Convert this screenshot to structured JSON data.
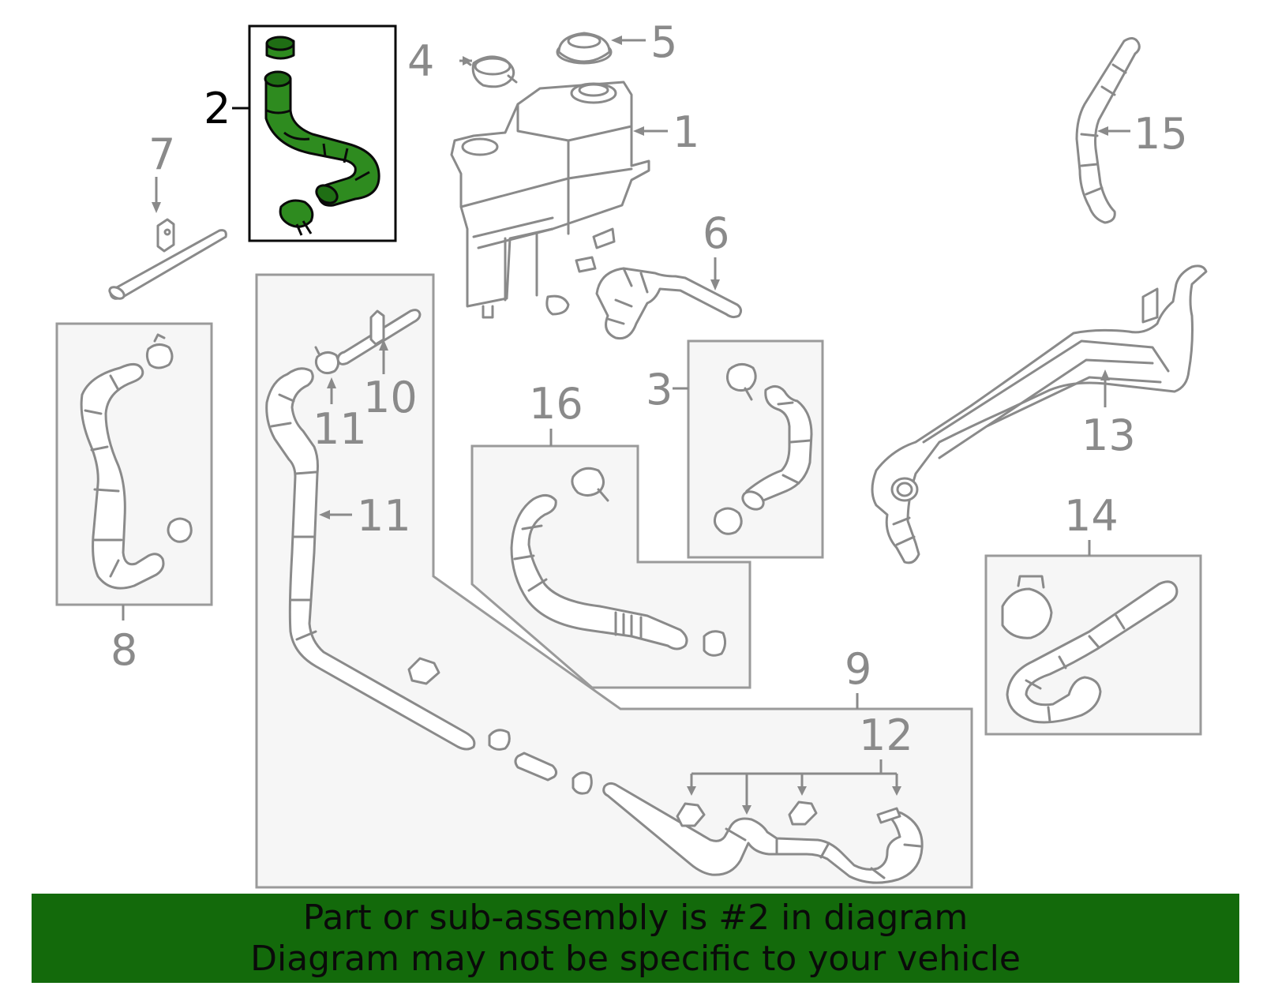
{
  "callouts": {
    "c1": "1",
    "c2": "2",
    "c3": "3",
    "c4": "4",
    "c5": "5",
    "c6": "6",
    "c7": "7",
    "c8": "8",
    "c9": "9",
    "c10": "10",
    "c11a": "11",
    "c11b": "11",
    "c12": "12",
    "c13": "13",
    "c14": "14",
    "c15": "15",
    "c16": "16"
  },
  "highlighted_part": "2",
  "colors": {
    "highlight": "#2e8b1f",
    "banner": "#136a0b",
    "line_art": "#8a8a8a"
  },
  "banner": {
    "line1": "Part or sub-assembly is #2 in diagram",
    "line2": "Diagram may not be specific to your vehicle"
  }
}
